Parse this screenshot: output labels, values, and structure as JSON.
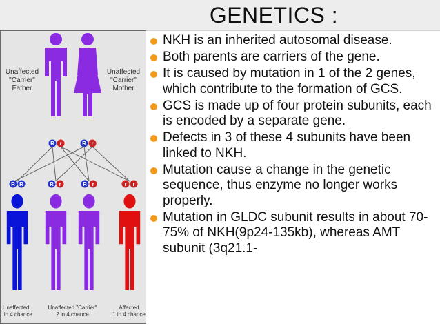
{
  "title": "GENETICS :",
  "bullets": [
    "NKH is an inherited autosomal disease.",
    "Both parents are carriers of the gene.",
    "It is caused by mutation in 1 of the 2 genes, which contribute to the formation of GCS.",
    "GCS is made up of four protein subunits, each is encoded by a separate gene.",
    "Defects in 3 of these 4 subunits have been linked to NKH.",
    "Mutation cause a change in the genetic sequence, thus enzyme no longer works properly.",
    "Mutation in GLDC subunit results in about 70-75% of NKH(9p24-135kb), whereas AMT subunit (3q21.1-"
  ],
  "figure": {
    "father_label": [
      "Unaffected",
      "\"Carrier\"",
      "Father"
    ],
    "mother_label": [
      "Unaffected",
      "\"Carrier\"",
      "Mother"
    ],
    "child1_label": [
      "Unaffected",
      "1 in 4 chance"
    ],
    "child2_label": [
      "Unaffected \"Carrier\"",
      "2 in 4 chance"
    ],
    "child3_label": [
      "Affected",
      "1 in 4 chance"
    ],
    "allele_dominant": "R",
    "allele_recessive": "r",
    "colors": {
      "carrier": "#8a2be2",
      "unaffected": "#0a14d8",
      "affected": "#e01010",
      "dominant_allele": "#2233cc",
      "recessive_allele": "#cc2222",
      "bullet": "#f39a1d"
    }
  }
}
